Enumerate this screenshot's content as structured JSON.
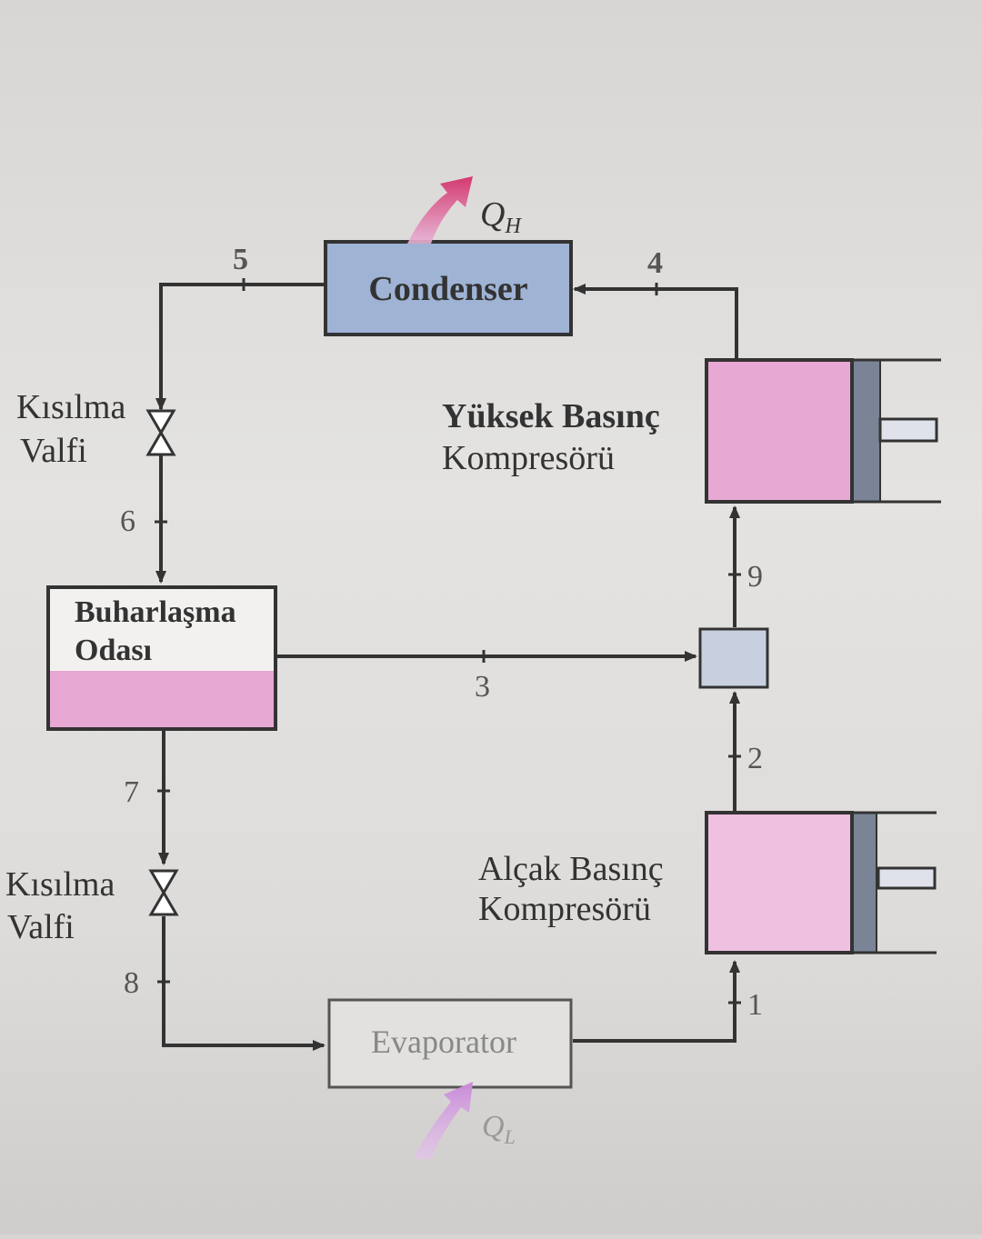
{
  "heat": {
    "q_high": "Q",
    "q_high_sub": "H",
    "q_low": "Q",
    "q_low_sub": "L"
  },
  "components": {
    "condenser": "Condenser",
    "evaporator": "Evaporator",
    "flash_chamber_line1": "Buharlaşma",
    "flash_chamber_line2": "Odası",
    "high_compressor_line1": "Yüksek Basınç",
    "high_compressor_line2": "Kompresörü",
    "low_compressor_line1": "Alçak Basınç",
    "low_compressor_line2": "Kompresörü",
    "valve_top_line1": "Kısılma",
    "valve_top_line2": "Valfi",
    "valve_bottom_line1": "Kısılma",
    "valve_bottom_line2": "Valfi"
  },
  "states": [
    "1",
    "2",
    "3",
    "4",
    "5",
    "6",
    "7",
    "8",
    "9"
  ],
  "colors": {
    "condenser_fill": "#9fb3d4",
    "compressor_fill": "#e8a8d4",
    "flash_liquid": "#e8a8d4",
    "mixing_fill": "#c8d0e0",
    "piston": "#7a8496",
    "q_high_arrow": "#d4386e",
    "q_low_arrow": "#c98ad8",
    "line": "#333333"
  }
}
